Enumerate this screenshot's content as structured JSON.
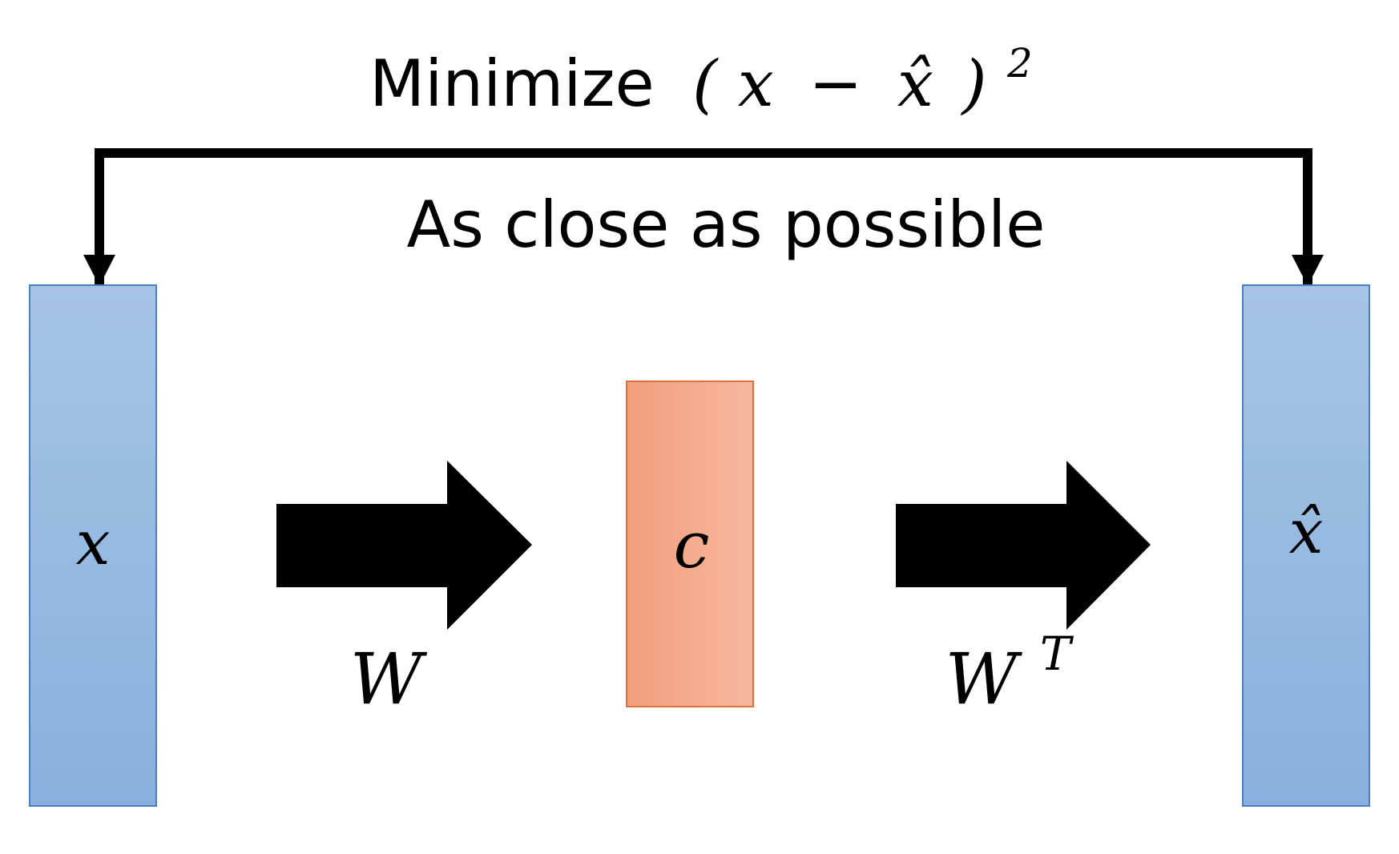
{
  "title": {
    "label": "Minimize",
    "formula_open": "(",
    "formula_x": "x",
    "formula_minus": "−",
    "formula_xhat": "x̂",
    "formula_close": ")",
    "formula_exp": "2"
  },
  "subtitle": "As close as possible",
  "nodes": {
    "input": "x",
    "code": "c",
    "output": "x̂"
  },
  "edges": {
    "encoder": "W",
    "decoder_base": "W",
    "decoder_sup": "T"
  },
  "colors": {
    "input_output_top": "#a7c4e6",
    "input_output_bottom": "#88b0de",
    "input_output_border": "#4a7fc4",
    "code_left": "#f29e7c",
    "code_right": "#f6b89d",
    "code_border": "#e0703c",
    "arrow": "#000000"
  }
}
